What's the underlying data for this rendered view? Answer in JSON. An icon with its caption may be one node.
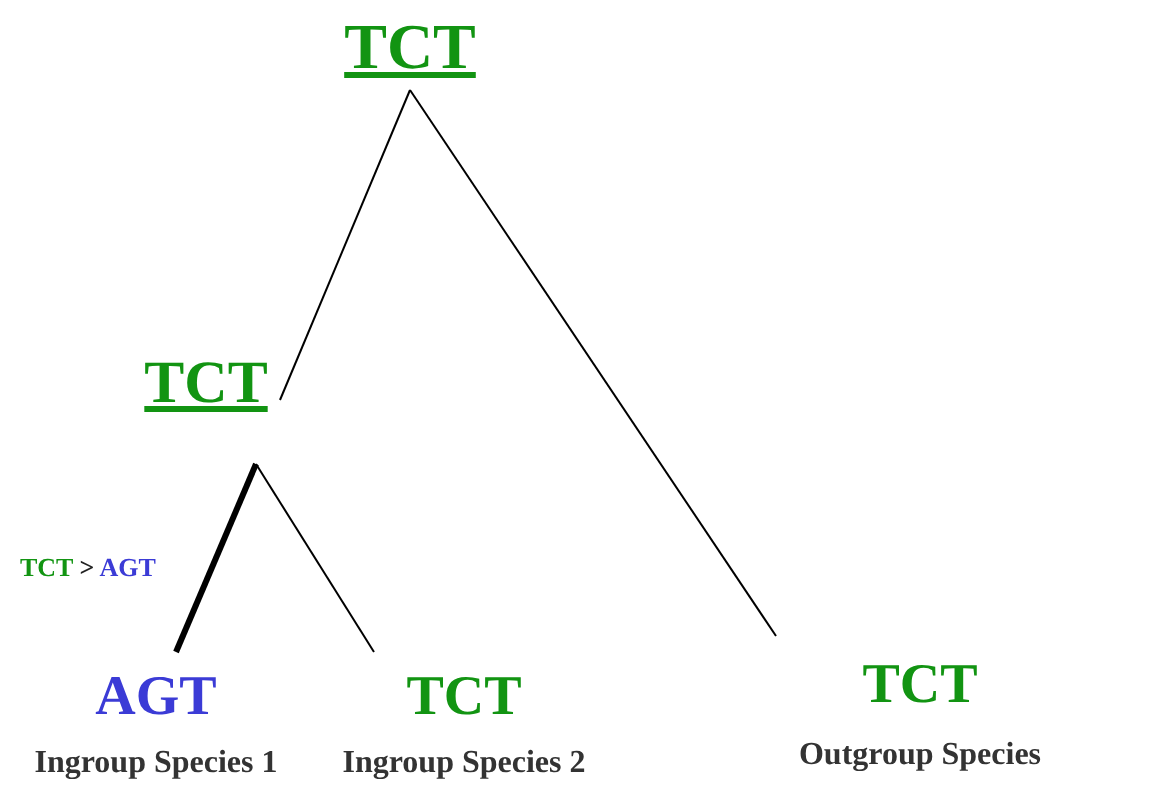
{
  "diagram": {
    "nodes": [
      {
        "text": [
          "TCT"
        ]
      },
      {
        "text": [
          "TCT"
        ]
      },
      {
        "text": [
          "AGT",
          "Ingroup Species 1"
        ]
      },
      {
        "text": [
          "TCT",
          "Ingroup Species 2"
        ]
      },
      {
        "text": [
          "TCT",
          "Outgroup Species"
        ]
      }
    ],
    "edges": [
      {
        "from": 0,
        "to": 1,
        "arrow": "none"
      },
      {
        "from": 1,
        "to": 2,
        "arrow": "none",
        "style": "thick",
        "label": "TCT > AGT"
      },
      {
        "from": 1,
        "to": 3,
        "arrow": "none"
      },
      {
        "from": 0,
        "to": 4,
        "arrow": "none"
      }
    ]
  }
}
